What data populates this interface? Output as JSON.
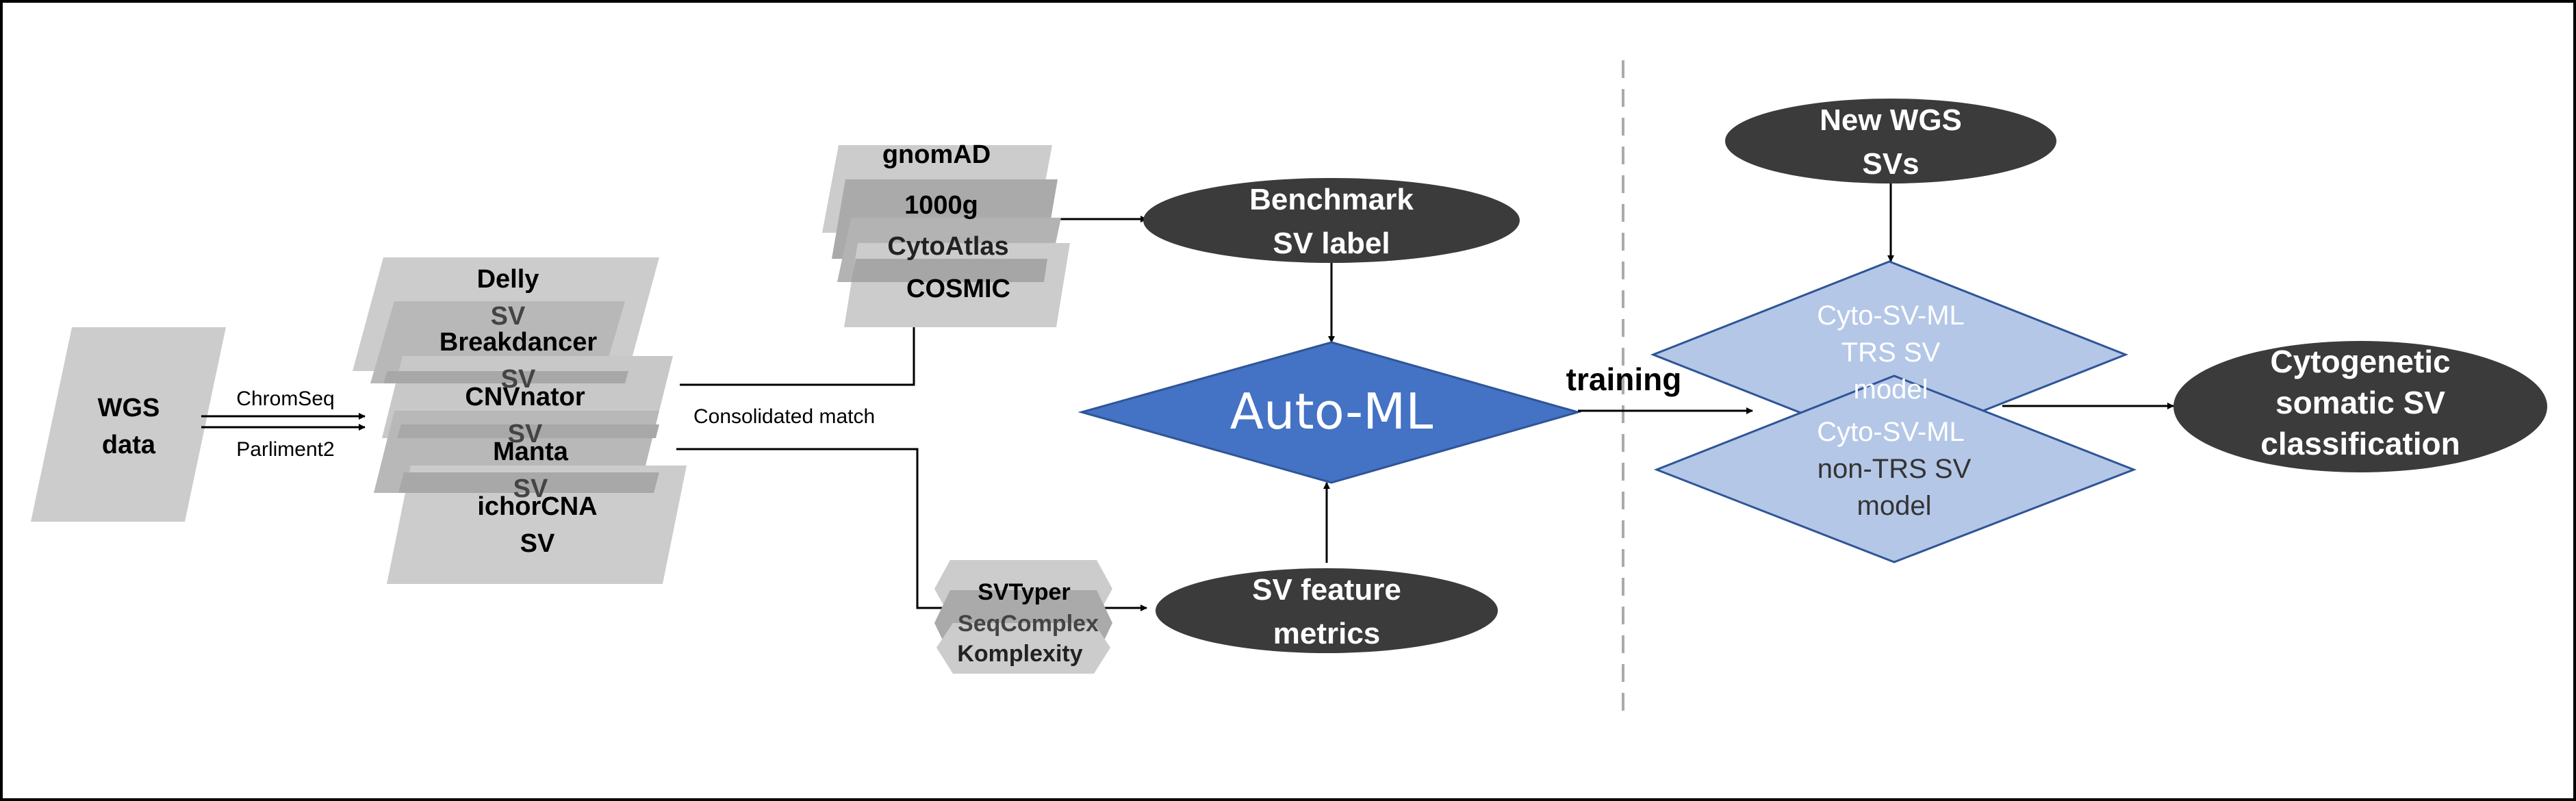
{
  "colors": {
    "frame": "#000000",
    "gray_light": "#cccccc",
    "gray_mid": "#b3b3b3",
    "gray_dark": "#a6a6a6",
    "ellipse": "#3b3b3b",
    "automl_fill": "#4472c4",
    "automl_stroke": "#2f5597",
    "model_fill": "#b4c7e7",
    "model_stroke": "#2f5597",
    "white": "#ffffff"
  },
  "input": {
    "line1": "WGS",
    "line2": "data"
  },
  "edges": {
    "chromseq": "ChromSeq",
    "parliment2": "Parliment2",
    "consolidated": "Consolidated match",
    "training": "training"
  },
  "callers": {
    "delly": "Delly",
    "delly_sv": "SV",
    "breakdancer": "Breakdancer",
    "breakdancer_sv": "SV",
    "cnvnator": "CNVnator",
    "cnvnator_sv": "SV",
    "manta": "Manta",
    "manta_sv": "SV",
    "ichorcna": "ichorCNA",
    "ichorcna_sv": "SV"
  },
  "databases": {
    "gnomad": "gnomAD",
    "g1000": "1000g",
    "cytoatlas": "CytoAtlas",
    "cosmic": "COSMIC"
  },
  "features": {
    "svtyper": "SVTyper",
    "seqcomplex": "SeqComplex",
    "komplexity": "Komplexity"
  },
  "benchmark": {
    "line1": "Benchmark",
    "line2": "SV label"
  },
  "metrics": {
    "line1": "SV feature",
    "line2": "metrics"
  },
  "automl": "Auto-ML",
  "new_svs": {
    "line1": "New WGS",
    "line2": "SVs"
  },
  "trs_model": {
    "line1": "Cyto-SV-ML",
    "line2": "TRS  SV",
    "line3": "model"
  },
  "nontrs_model": {
    "line1": "Cyto-SV-ML",
    "line2": "non-TRS SV",
    "line3": "model"
  },
  "output": {
    "line1": "Cytogenetic",
    "line2": "somatic SV",
    "line3": "classification"
  }
}
